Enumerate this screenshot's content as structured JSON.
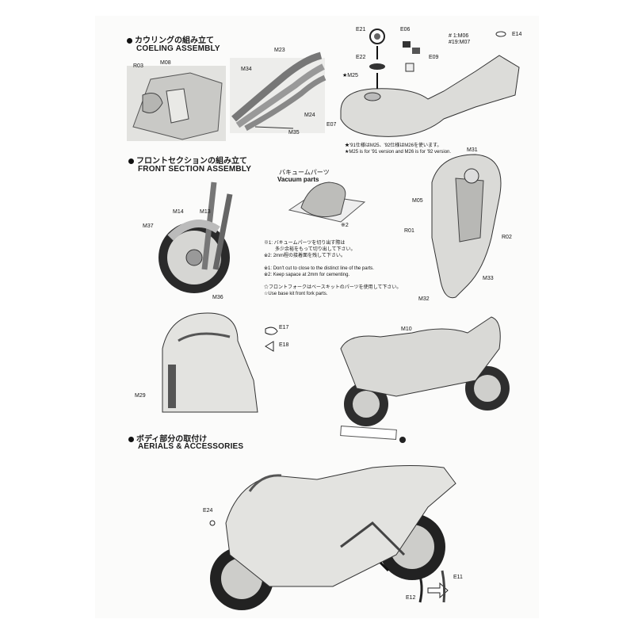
{
  "sections": {
    "cowling": {
      "title_jp": "カウリングの組み立て",
      "title_en": "COELING ASSEMBLY"
    },
    "front": {
      "title_jp": "フロントセクションの組み立て",
      "title_en": "FRONT SECTION ASSEMBLY"
    },
    "body": {
      "title_jp": "ボディ部分の取付け",
      "title_en": "AERIALS & ACCESSORIES"
    }
  },
  "labels": {
    "r03": "R03",
    "m08": "M08",
    "m34": "M34",
    "m23": "M23",
    "m24": "M24",
    "m35": "M35",
    "e21": "E21",
    "e22": "E22",
    "e06": "E06",
    "e09": "E09",
    "m25": "★M25",
    "e07": "E07",
    "e14": "E14",
    "m06": "# 1:M06",
    "m07": "#19:M07",
    "m14": "M14",
    "m13": "M13",
    "m37": "M37",
    "m36": "M36",
    "m31": "M31",
    "m05": "M05",
    "r01": "R01",
    "r02": "R02",
    "m33": "M33",
    "m32": "M32",
    "e17": "E17",
    "e18": "E18",
    "m29": "M29",
    "m10": "M10",
    "e24": "E24",
    "e11": "E11",
    "e12": "E12"
  },
  "notes": {
    "version_jp": "★'91仕様はM25、'92仕様はM26を使います。",
    "version_en": "★M25 is for '91 version and M26 is for '92 version.",
    "vacuum_jp": "バキュームパーツ",
    "vacuum_en": "Vacuum parts",
    "mark2": "※2",
    "cut_jp_1": "※1: バキュームパーツを切り出す際は",
    "cut_jp_2": "多少余裕をもって切り出して下さい。",
    "cut_jp_3": "※2: 2mm程の接着面を残して下さい。",
    "cut_en_1": "※1: Don't cut to close to the distinct line of the parts.",
    "cut_en_2": "※2: Keep sapace at 2mm for cementing.",
    "fork_jp": "☆フロントフォークはベースキットのパーツを使用して下さい。",
    "fork_en": "☆Use base kit front fork parts."
  },
  "colors": {
    "ink": "#1a1a1a",
    "part_gray": "#cfcfcc",
    "shadow": "#9a9a96"
  }
}
